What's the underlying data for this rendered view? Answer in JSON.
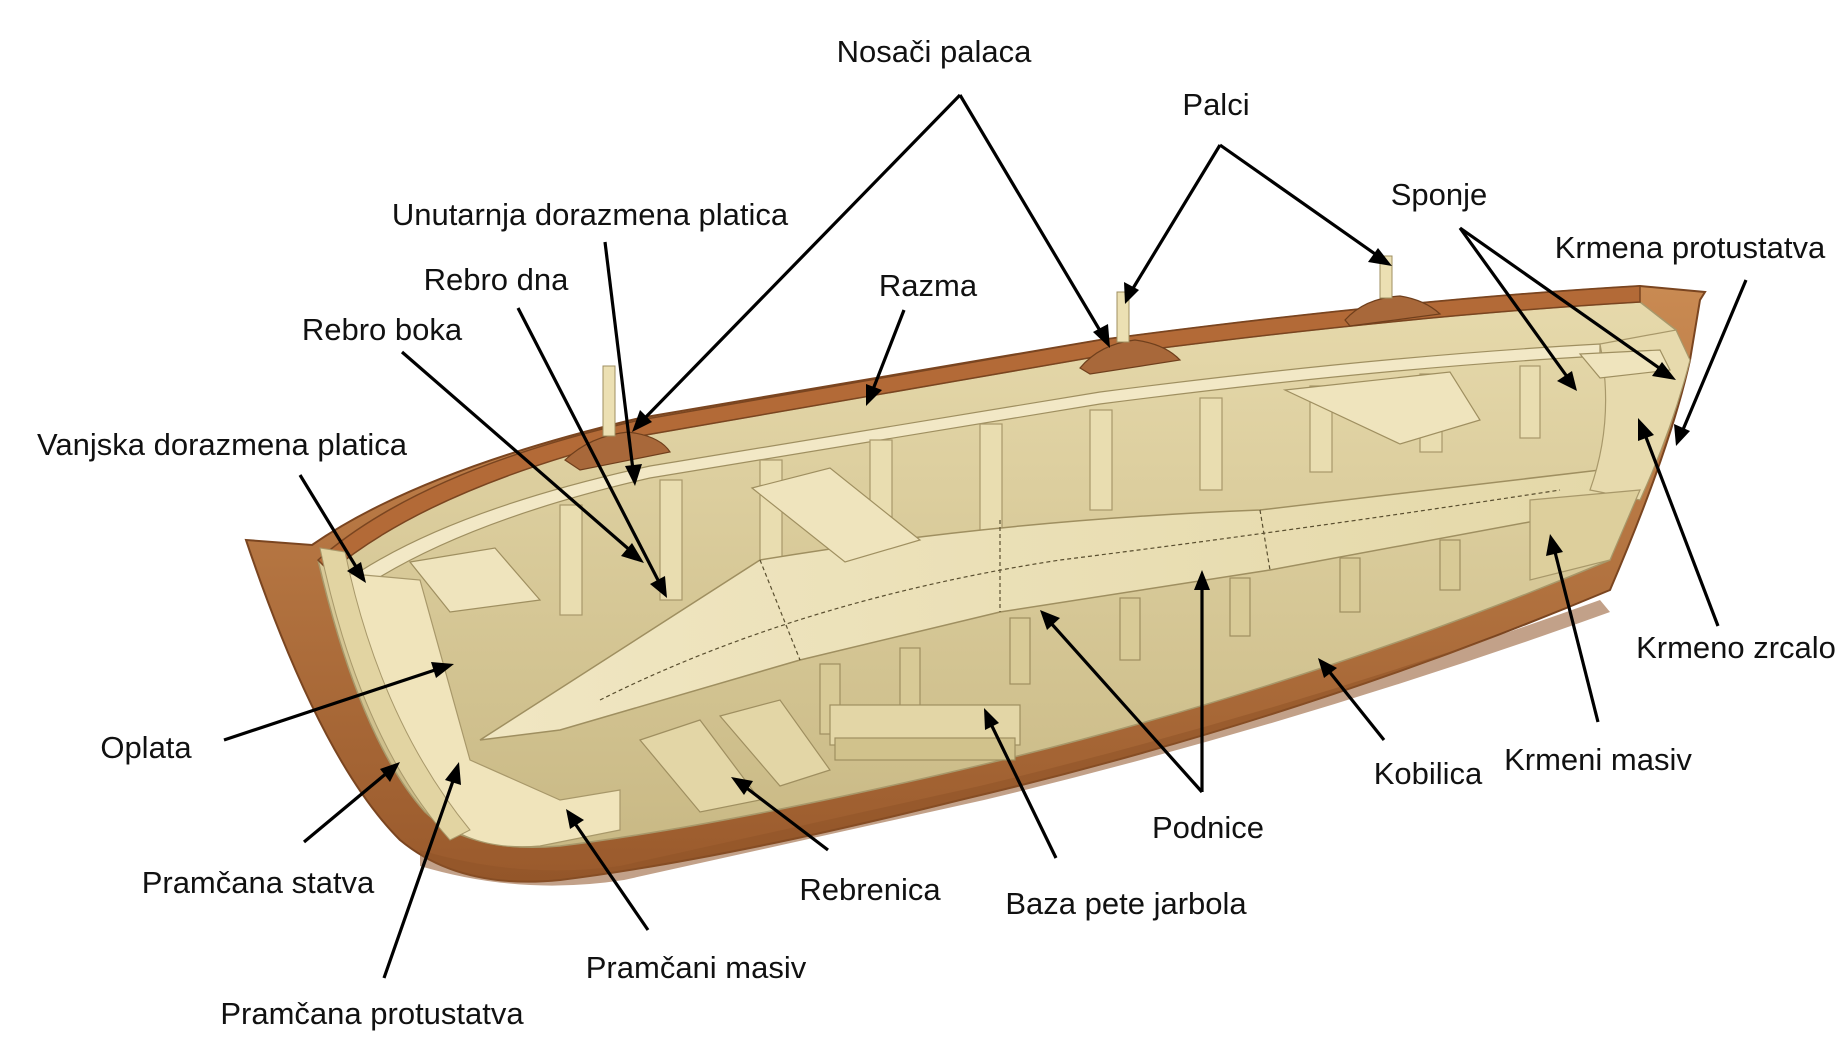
{
  "diagram": {
    "colors": {
      "background": "#ffffff",
      "hull_wood": "#b9733f",
      "hull_wood_dark": "#8a4f26",
      "inner_wood": "#eee3ba",
      "inner_wood_shade": "#d3c592",
      "inner_wood_dark": "#b3a472",
      "line": "#000000"
    },
    "labels": {
      "nosaci_palaca": "Nosači palaca",
      "palci": "Palci",
      "sponje": "Sponje",
      "krmena_protustatva": "Krmena protustatva",
      "unutarnja_dorazmena_platica": "Unutarnja dorazmena platica",
      "rebro_dna": "Rebro dna",
      "razma": "Razma",
      "rebro_boka": "Rebro boka",
      "vanjska_dorazmena_platica": "Vanjska dorazmena platica",
      "krmeno_zrcalo": "Krmeno zrcalo",
      "oplata": "Oplata",
      "krmeni_masiv": "Krmeni masiv",
      "kobilica": "Kobilica",
      "podnice": "Podnice",
      "pramcana_statva": "Pramčana statva",
      "rebrenica": "Rebrenica",
      "baza_pete_jarbola": "Baza pete jarbola",
      "pramcani_masiv": "Pramčani masiv",
      "pramcana_protustatva": "Pramčana protustatva"
    }
  }
}
